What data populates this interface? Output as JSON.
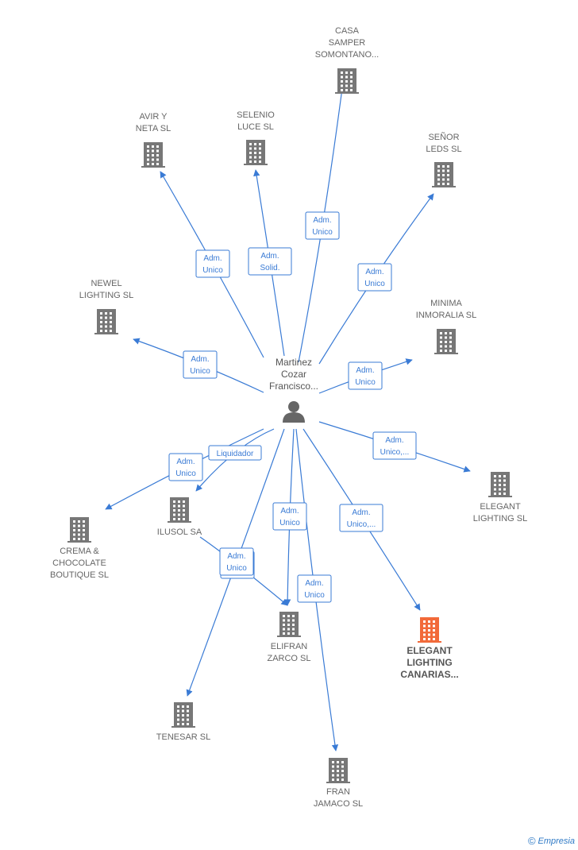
{
  "person": {
    "name_lines": [
      "Martinez",
      "Cozar",
      "Francisco..."
    ],
    "icon": "person-icon"
  },
  "colors": {
    "edge": "#3a7bd5",
    "company": "#777777",
    "highlight": "#f26a3a"
  },
  "companies": [
    {
      "id": "casa-samper",
      "lines": [
        "CASA",
        "SAMPER",
        "SOMONTANO..."
      ],
      "icon": "building-icon",
      "highlight": false
    },
    {
      "id": "avir-neta",
      "lines": [
        "AVIR Y",
        "NETA SL"
      ],
      "icon": "building-icon",
      "highlight": false
    },
    {
      "id": "selenio-luce",
      "lines": [
        "SELENIO",
        "LUCE  SL"
      ],
      "icon": "building-icon",
      "highlight": false
    },
    {
      "id": "senor-leds",
      "lines": [
        "SEÑOR",
        "LEDS SL"
      ],
      "icon": "building-icon",
      "highlight": false
    },
    {
      "id": "newel-lighting",
      "lines": [
        "NEWEL",
        "LIGHTING  SL"
      ],
      "icon": "building-icon",
      "highlight": false
    },
    {
      "id": "minima-inmoralia",
      "lines": [
        "MINIMA",
        "INMORALIA  SL"
      ],
      "icon": "building-icon",
      "highlight": false
    },
    {
      "id": "elegant-lighting",
      "lines": [
        "ELEGANT",
        "LIGHTING SL"
      ],
      "icon": "building-icon",
      "highlight": false
    },
    {
      "id": "crema-chocolate",
      "lines": [
        "CREMA &",
        "CHOCOLATE",
        "BOUTIQUE SL"
      ],
      "icon": "building-icon",
      "highlight": false
    },
    {
      "id": "ilusol",
      "lines": [
        "ILUSOL SA"
      ],
      "icon": "building-icon",
      "highlight": false
    },
    {
      "id": "elifran-zarco",
      "lines": [
        "ELIFRAN",
        "ZARCO  SL"
      ],
      "icon": "building-icon",
      "highlight": false
    },
    {
      "id": "elegant-canarias",
      "lines": [
        "ELEGANT",
        "LIGHTING",
        "CANARIAS..."
      ],
      "icon": "building-icon",
      "highlight": true
    },
    {
      "id": "tenesar",
      "lines": [
        "TENESAR SL"
      ],
      "icon": "building-icon",
      "highlight": false
    },
    {
      "id": "fran-jamaco",
      "lines": [
        "FRAN",
        "JAMACO SL"
      ],
      "icon": "building-icon",
      "highlight": false
    }
  ],
  "edges": [
    {
      "target": "casa-samper",
      "label": [
        "Adm.",
        "Unico"
      ]
    },
    {
      "target": "avir-neta",
      "label": [
        "Adm.",
        "Unico"
      ]
    },
    {
      "target": "selenio-luce",
      "label": [
        "Adm.",
        "Solid."
      ]
    },
    {
      "target": "senor-leds",
      "label": [
        "Adm.",
        "Unico"
      ]
    },
    {
      "target": "newel-lighting",
      "label": [
        "Adm.",
        "Unico"
      ]
    },
    {
      "target": "minima-inmoralia",
      "label": [
        "Adm.",
        "Unico"
      ]
    },
    {
      "target": "elegant-lighting",
      "label": [
        "Adm.",
        "Unico,..."
      ]
    },
    {
      "target": "crema-chocolate",
      "label": [
        "Adm.",
        "Unico"
      ]
    },
    {
      "target": "ilusol",
      "label": [
        "Liquidador"
      ]
    },
    {
      "target": "ilusol",
      "label": [
        "Adm.",
        "Unico"
      ]
    },
    {
      "target": "elifran-zarco",
      "label": [
        "Adm.",
        "Unico"
      ]
    },
    {
      "target": "elegant-canarias",
      "label": [
        "Adm.",
        "Unico,..."
      ]
    },
    {
      "target": "tenesar",
      "label": [
        "Adm.",
        "Unico"
      ]
    },
    {
      "target": "fran-jamaco",
      "label": [
        "Adm.",
        "Unico"
      ]
    }
  ],
  "footer": {
    "copyright": "©",
    "brand": "Empresia"
  }
}
